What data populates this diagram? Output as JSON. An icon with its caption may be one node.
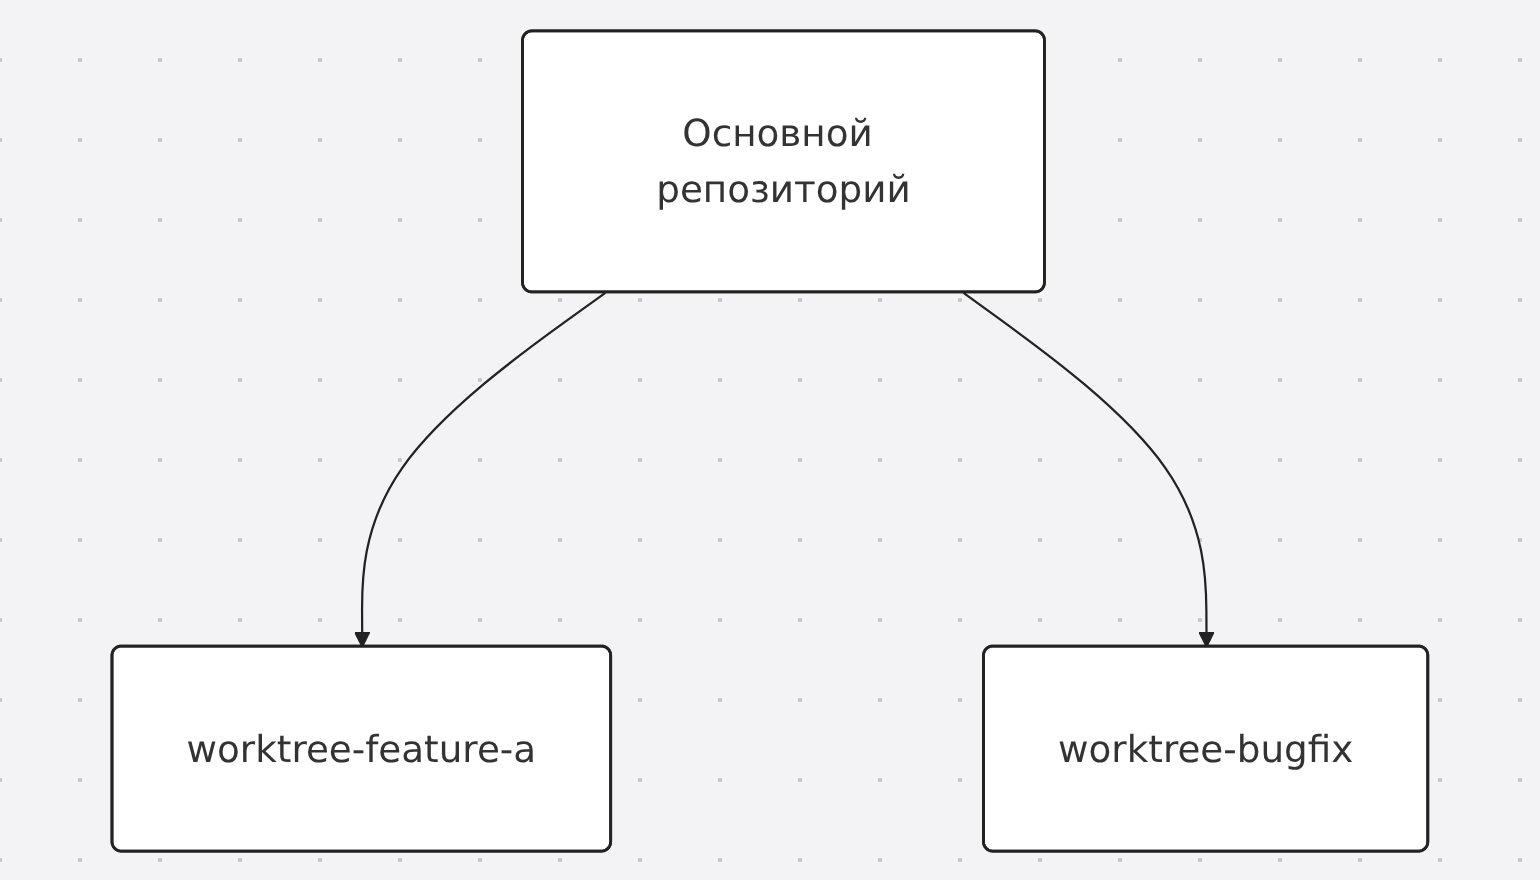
{
  "diagram": {
    "nodes": [
      {
        "text": [
          "Основной репозиторий"
        ]
      },
      {
        "text": [
          "worktree-feature-a"
        ]
      },
      {
        "text": [
          "worktree-bugfix"
        ]
      }
    ],
    "edges": [
      {
        "from": 0,
        "to": 1,
        "arrow": "to"
      },
      {
        "from": 0,
        "to": 2,
        "arrow": "to"
      }
    ]
  }
}
